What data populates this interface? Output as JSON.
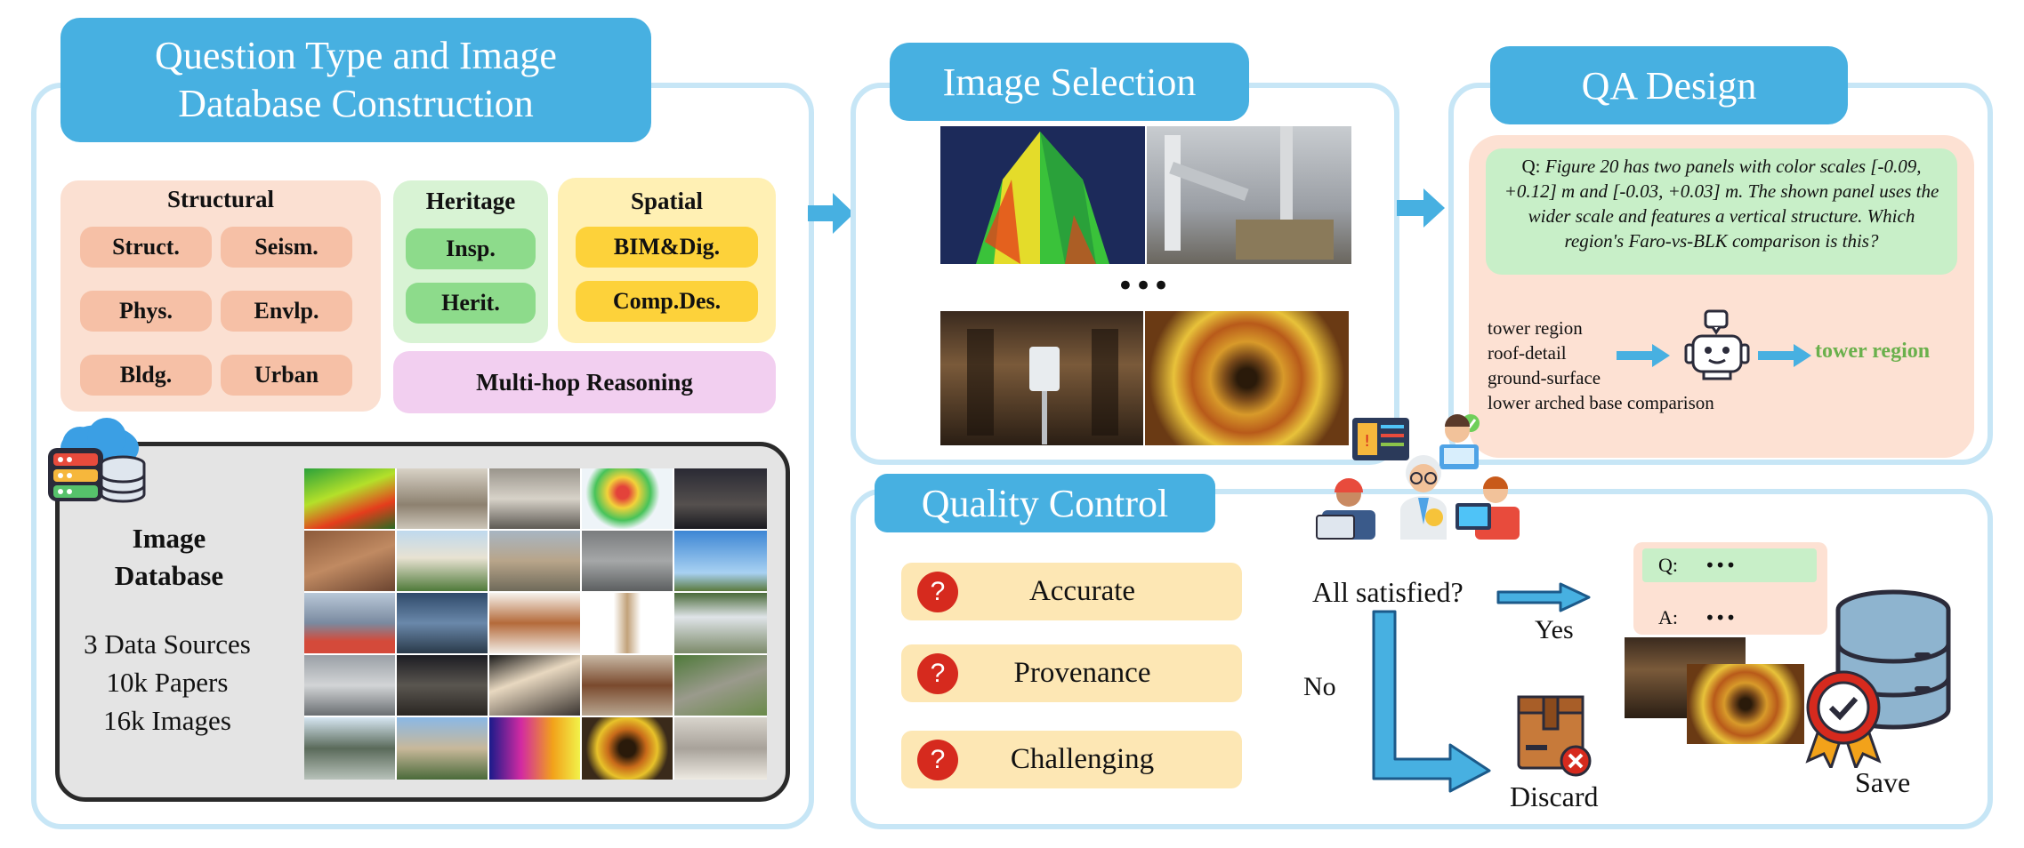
{
  "sections": {
    "construction": {
      "title_line1": "Question Type and Image",
      "title_line2": "Database Construction"
    },
    "selection": {
      "title": "Image Selection",
      "ellipsis": "•••"
    },
    "qa_design": {
      "title": "QA Design"
    },
    "quality_control": {
      "title": "Quality Control"
    }
  },
  "categories": {
    "structural": {
      "title": "Structural",
      "chips": [
        "Struct.",
        "Seism.",
        "Phys.",
        "Envlp.",
        "Bldg.",
        "Urban"
      ]
    },
    "heritage": {
      "title": "Heritage",
      "chips": [
        "Insp.",
        "Herit."
      ]
    },
    "spatial": {
      "title": "Spatial",
      "chips": [
        "BIM&Dig.",
        "Comp.Des."
      ]
    },
    "multihop": {
      "label": "Multi-hop Reasoning"
    }
  },
  "database": {
    "title_line1": "Image",
    "title_line2": "Database",
    "stat1": "3 Data Sources",
    "stat2": "10k Papers",
    "stat3": "16k Images"
  },
  "qa": {
    "q_prefix": "Q:",
    "question": "Figure 20 has two panels with color scales [-0.09, +0.12] m and [-0.03, +0.03] m. The shown panel uses the wider scale and features a vertical structure. Which region's Faro-vs-BLK comparison is this?",
    "options": [
      "tower region",
      "roof-detail",
      "ground-surface",
      "lower arched base comparison"
    ],
    "answer": "tower region"
  },
  "quality": {
    "criteria": [
      "Accurate",
      "Provenance",
      "Challenging"
    ],
    "question": "All satisfied?",
    "yes": "Yes",
    "no": "No",
    "discard": "Discard",
    "save": "Save",
    "q_label": "Q:",
    "a_label": "A:",
    "dots": "•••"
  },
  "colors": {
    "accent_blue": "#47b0e1",
    "frame_blue": "#c7e6f6",
    "structural_bg": "#fbe0d2",
    "structural_chip": "#f6c0a6",
    "heritage_bg": "#d8f3d4",
    "heritage_chip": "#8ddb8b",
    "spatial_bg": "#fff0b4",
    "spatial_chip": "#fdd23a",
    "multihop_bg": "#f2cff0",
    "qa_bg": "#fde1d3",
    "qa_green": "#c8efc8",
    "answer_green": "#6ab04c",
    "qc_item_bg": "#fde7b4"
  }
}
